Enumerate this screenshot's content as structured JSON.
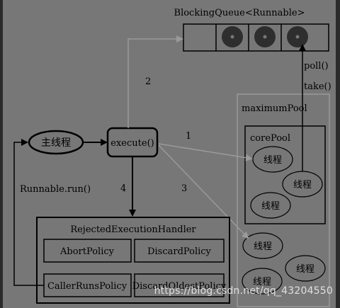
{
  "diagram": {
    "queue": {
      "label": "BlockingQueue<Runnable>"
    },
    "main_thread": {
      "label": "主线程"
    },
    "execute": {
      "label": "execute()"
    },
    "edge_labels": {
      "one": "1",
      "two": "2",
      "three": "3",
      "four": "4",
      "poll": "poll()",
      "take": "take()",
      "runnable_run": "Runnable.run()"
    },
    "maximum_pool": {
      "label": "maximumPool",
      "extra_threads": [
        "线程",
        "线程",
        "线程"
      ]
    },
    "core_pool": {
      "label": "corePool",
      "threads": [
        "线程",
        "线程",
        "线程"
      ]
    },
    "handler": {
      "label": "RejectedExecutionHandler",
      "policies": [
        "AbortPolicy",
        "DiscardPolicy",
        "CallerRunsPolicy",
        "DiscardOldestPolicy"
      ]
    }
  },
  "watermark": "https://blog.csdn.net/qq_43204550",
  "colors": {
    "background": "#777777",
    "border": "#000000",
    "arrow_gray": "#9a9a9a",
    "queue_item": "#2e2e2e"
  }
}
